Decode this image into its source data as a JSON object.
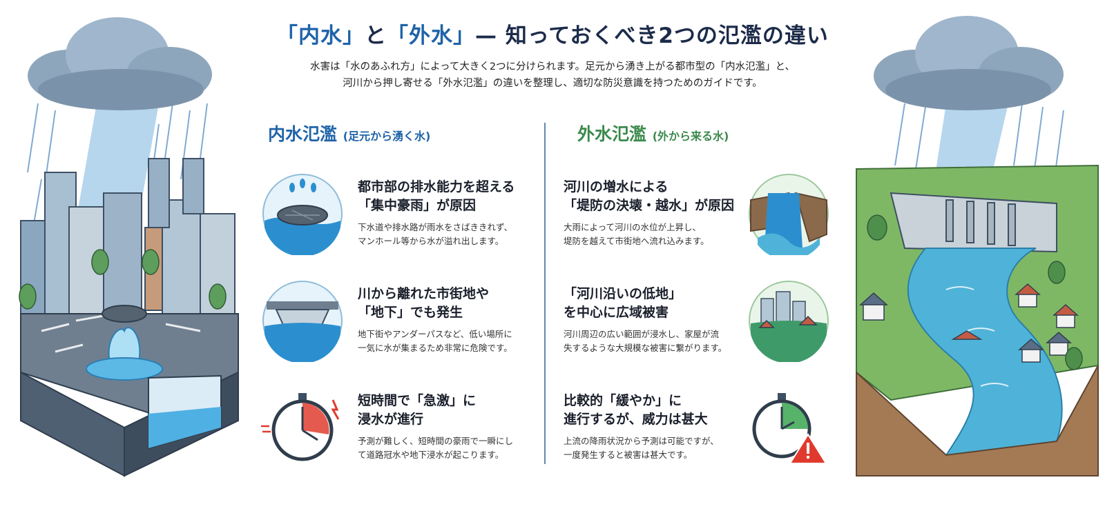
{
  "header": {
    "title_q1": "「内水」",
    "title_to": "と",
    "title_q2": "「外水」",
    "title_rest": "— 知っておくべき2つの氾濫の違い",
    "subtitle_line1": "水害は「水のあふれ方」によって大きく2つに分けられます。足元から湧き上がる都市型の「内水氾濫」と、",
    "subtitle_line2": "河川から押し寄せる「外水氾濫」の違いを整理し、適切な防災意識を持つためのガイドです。"
  },
  "left_column": {
    "title": "内水氾濫",
    "title_sub": "(足元から湧く水)",
    "items": [
      {
        "heading1": "都市部の排水能力を超える",
        "heading2": "「集中豪雨」が原因",
        "body1": "下水道や排水路が雨水をさばききれず、",
        "body2": "マンホール等から水が溢れ出します。",
        "icon": "manhole-overflow-icon"
      },
      {
        "heading1": "川から離れた市街地や",
        "heading2": "「地下」でも発生",
        "body1": "地下街やアンダーパスなど、低い場所に",
        "body2": "一気に水が集まるため非常に危険です。",
        "icon": "underpass-flood-icon"
      },
      {
        "heading1": "短時間で「急激」に",
        "heading2": "浸水が進行",
        "body1": "予測が難しく、短時間の豪雨で一瞬にし",
        "body2": "て道路冠水や地下浸水が起こります。",
        "icon": "stopwatch-fast-icon"
      }
    ]
  },
  "right_column": {
    "title": "外水氾濫",
    "title_sub": "(外から来る水)",
    "items": [
      {
        "heading1": "河川の増水による",
        "heading2": "「堤防の決壊・越水」が原因",
        "body1": "大雨によって河川の水位が上昇し、",
        "body2": "堤防を越えて市街地へ流れ込みます。",
        "icon": "levee-breach-icon"
      },
      {
        "heading1": "「河川沿いの低地」",
        "heading2": "を中心に広域被害",
        "body1": "河川周辺の広い範囲が浸水し、家屋が流",
        "body2": "失するような大規模な被害に繋がります。",
        "icon": "flooded-town-icon"
      },
      {
        "heading1": "比較的「緩やか」に",
        "heading2": "進行するが、威力は甚大",
        "body1": "上流の降雨状況から予測は可能ですが、",
        "body2": "一度発生すると被害は甚大です。",
        "icon": "stopwatch-warning-icon"
      }
    ]
  },
  "colors": {
    "inner_flood_blue": "#1f63a8",
    "outer_flood_green": "#3a8a4c",
    "water": "#3aa6d8",
    "warning_red": "#e03a2f"
  }
}
